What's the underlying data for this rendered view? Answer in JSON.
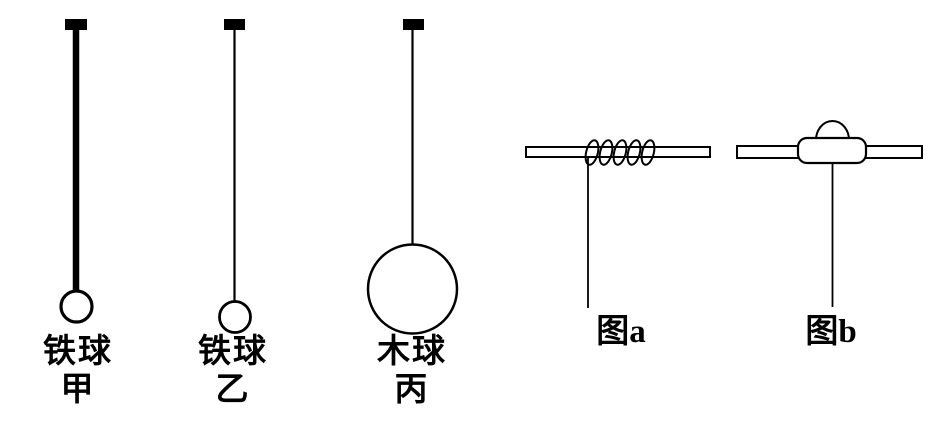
{
  "canvas": {
    "background": "#ffffff",
    "ink": "#000000"
  },
  "pendulums": [
    {
      "name_line1": "铁球",
      "name_line2": "甲",
      "rod": "thick",
      "ball": "small"
    },
    {
      "name_line1": "铁球",
      "name_line2": "乙",
      "rod": "thin",
      "ball": "small"
    },
    {
      "name_line1": "木球",
      "name_line2": "丙",
      "rod": "thin",
      "ball": "large"
    }
  ],
  "sub_figures": [
    {
      "label": "图a",
      "feature": "coil-wound-on-rod-with-thread"
    },
    {
      "label": "图b",
      "feature": "clamp-block-with-dome-on-rod-with-thread"
    }
  ]
}
